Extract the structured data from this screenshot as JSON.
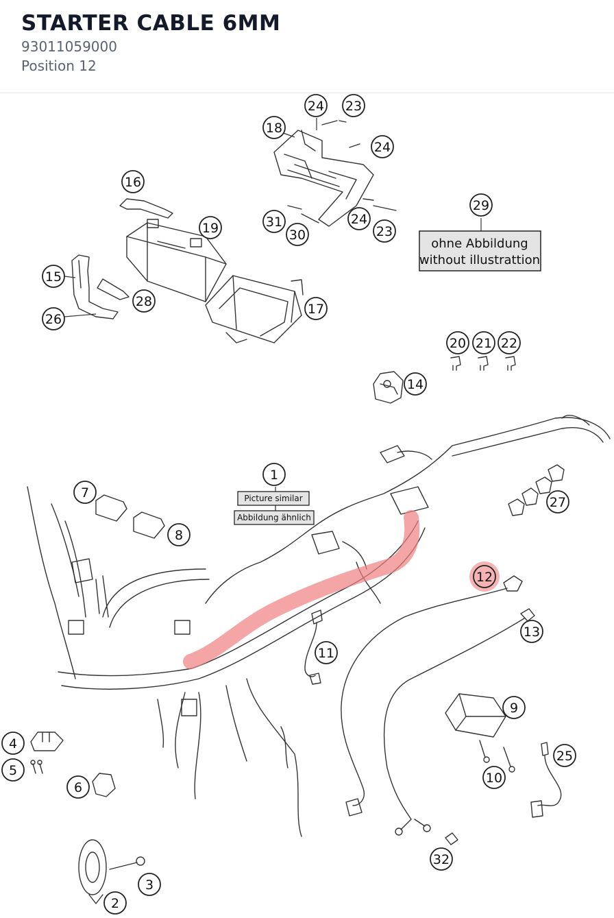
{
  "header": {
    "title": "STARTER CABLE 6MM",
    "part_number": "93011059000",
    "position": "Position 12"
  },
  "diagram": {
    "highlight_color": "#f08080",
    "callouts": [
      "24",
      "23",
      "18",
      "24",
      "16",
      "19",
      "31",
      "30",
      "24",
      "23",
      "29",
      "15",
      "28",
      "26",
      "17",
      "20",
      "21",
      "22",
      "14",
      "1",
      "7",
      "8",
      "27",
      "12",
      "13",
      "11",
      "9",
      "4",
      "5",
      "6",
      "25",
      "10",
      "32",
      "3",
      "2"
    ],
    "notes": {
      "no_illustration_de": "ohne Abbildung",
      "no_illustration_en": "without illustrattion",
      "picture_similar_en": "Picture similar",
      "picture_similar_de": "Abbildung ähnlich"
    }
  }
}
